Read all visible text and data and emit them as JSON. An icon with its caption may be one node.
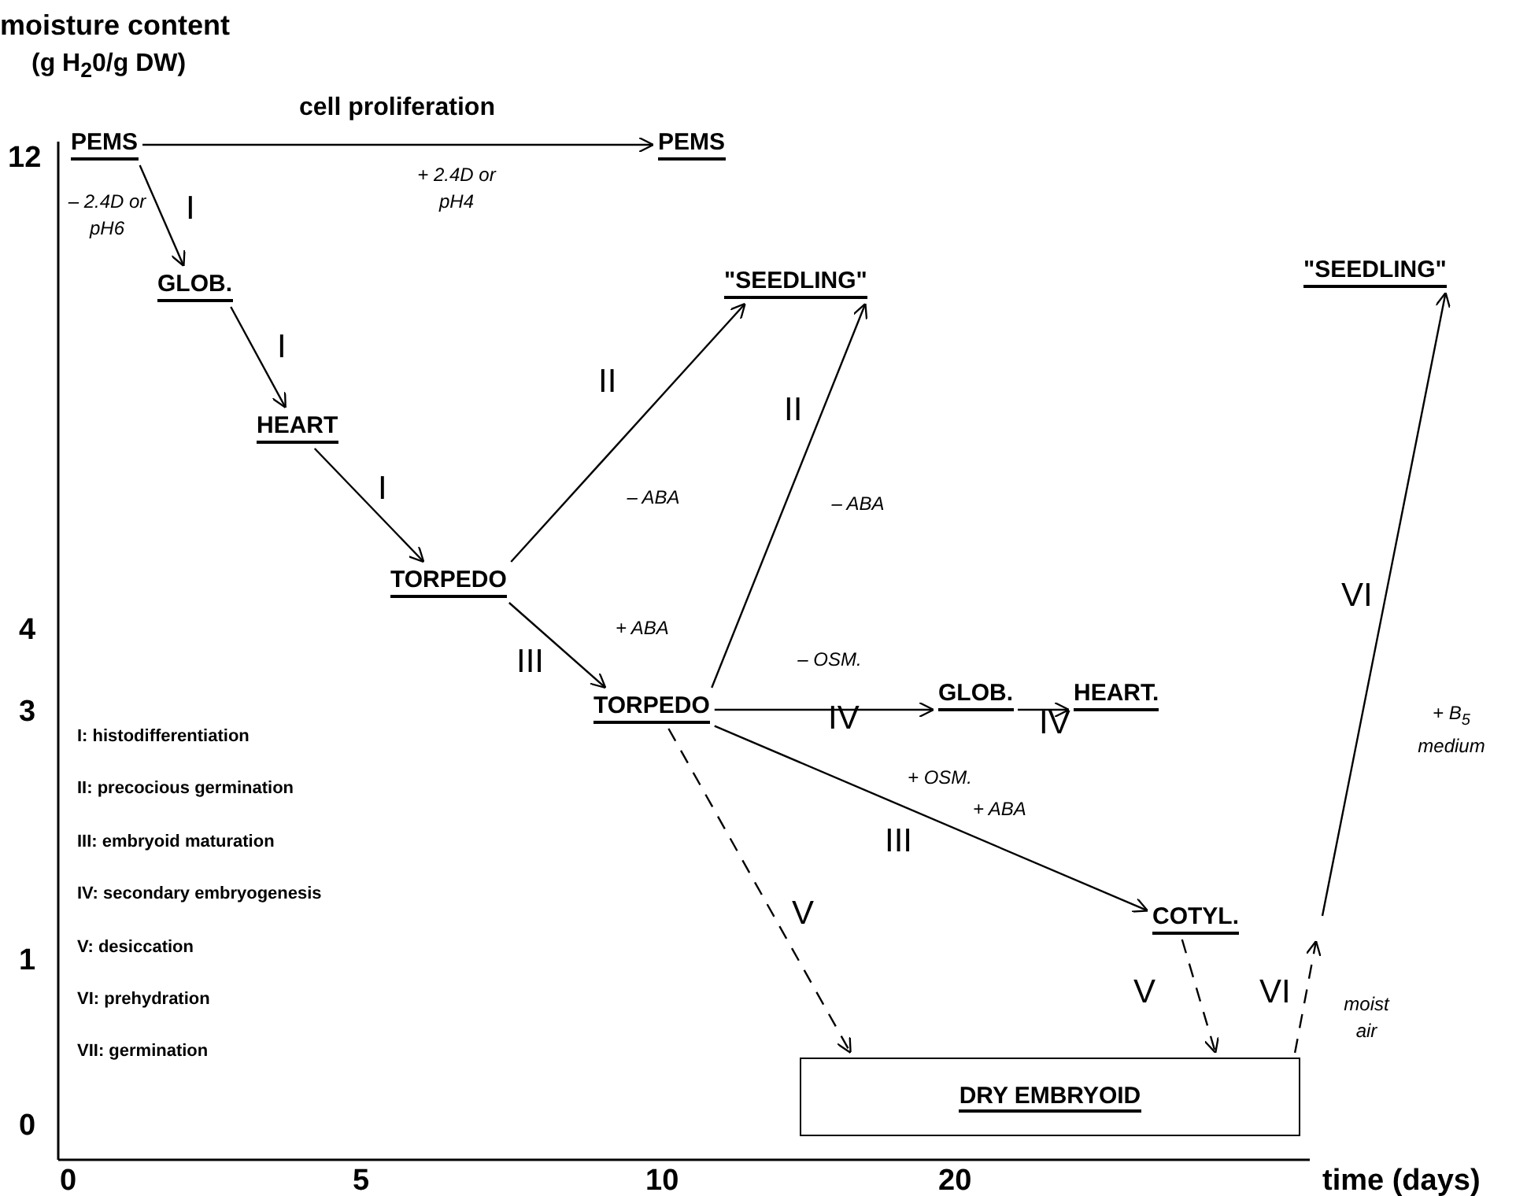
{
  "diagram": {
    "nodes": [
      {
        "text": [
          "PEMS"
        ]
      },
      {
        "text": [
          "PEMS"
        ]
      },
      {
        "text": [
          "GLOB."
        ]
      },
      {
        "text": [
          "HEART"
        ]
      },
      {
        "text": [
          "TORPEDO"
        ]
      },
      {
        "text": [
          "\"SEEDLING\""
        ]
      },
      {
        "text": [
          "TORPEDO"
        ]
      },
      {
        "text": [
          "GLOB."
        ]
      },
      {
        "text": [
          "HEART."
        ]
      },
      {
        "text": [
          "COTYL."
        ]
      },
      {
        "text": [
          "\"SEEDLING\""
        ]
      },
      {
        "text": [
          "DRY EMBRYOID"
        ]
      }
    ],
    "edges": [
      {
        "from": 0,
        "to": 1,
        "arrow": "to",
        "label": "cell proliferation"
      },
      {
        "from": 0,
        "to": 2,
        "arrow": "to",
        "label": "I"
      },
      {
        "from": 2,
        "to": 3,
        "arrow": "to",
        "label": "I"
      },
      {
        "from": 3,
        "to": 4,
        "arrow": "to",
        "label": "I"
      },
      {
        "from": 4,
        "to": 5,
        "arrow": "to",
        "label": "II"
      },
      {
        "from": 4,
        "to": 6,
        "arrow": "to",
        "label": "III"
      },
      {
        "from": 6,
        "to": 5,
        "arrow": "to",
        "label": "II"
      },
      {
        "from": 6,
        "to": 7,
        "arrow": "to",
        "label": "IV"
      },
      {
        "from": 7,
        "to": 8,
        "arrow": "to",
        "label": "IV"
      },
      {
        "from": 6,
        "to": 9,
        "arrow": "to",
        "label": "III"
      },
      {
        "from": 6,
        "to": 11,
        "arrow": "to",
        "label": "V",
        "style": "dashed"
      },
      {
        "from": 9,
        "to": 11,
        "arrow": "to",
        "label": "V",
        "style": "dashed"
      },
      {
        "from": 11,
        "to": null,
        "arrow": "to",
        "label": "VI",
        "style": "dashed"
      },
      {
        "from": null,
        "to": 10,
        "arrow": "to",
        "label": "VI"
      }
    ],
    "labels": [
      "moisture content",
      "(g H$_{2}$0/g DW)",
      "12",
      "4",
      "3",
      "1",
      "0",
      "– 2.4D or pH6",
      "+ 2.4D or pH4",
      "– ABA",
      "+ ABA",
      "– ABA",
      "– OSM.",
      "+ OSM.",
      "+ ABA",
      "+ B$_{5}$ medium",
      "moist air",
      "I: histodifferentiation",
      "II: precocious germination",
      "III: embryoid maturation",
      "IV: secondary embryogenesis",
      "V: desiccation",
      "VI: prehydration",
      "VII: germination",
      "0",
      "5",
      "10",
      "20",
      "time (days)"
    ]
  }
}
